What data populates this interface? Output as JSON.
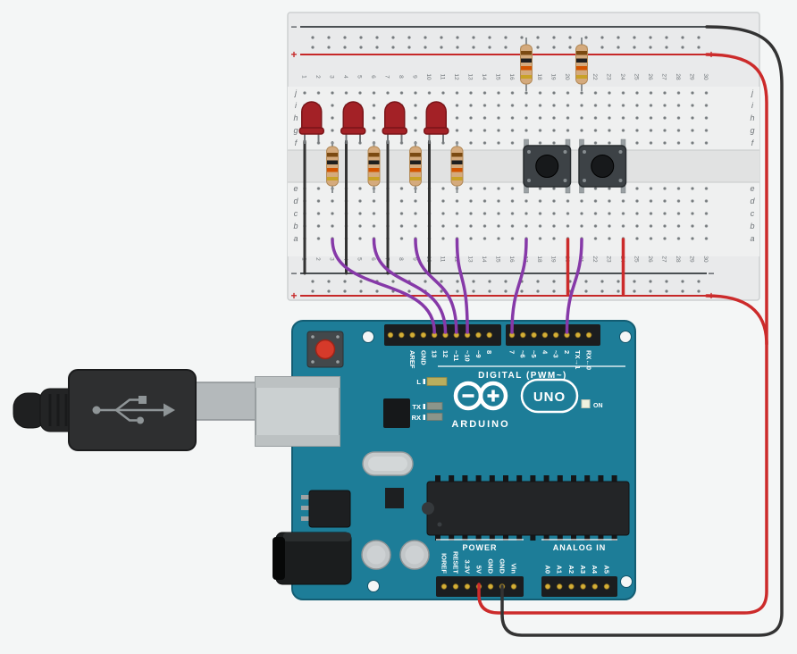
{
  "colors": {
    "background": "#f4f6f6",
    "breadboard_body": "#e9eaeb",
    "rail_negative": "#4a4f52",
    "rail_positive": "#c62828",
    "board_teal": "#1d7d98",
    "wire_signal": "#8639a8",
    "wire_power": "#cc2b2b",
    "wire_ground": "#333333",
    "led_red": "#a32126",
    "resistor_body": "#d4aa7d",
    "pin_gold": "#d4af37"
  },
  "breadboard": {
    "rail_minus": "−",
    "rail_plus": "+",
    "columns": [
      "1",
      "2",
      "3",
      "4",
      "5",
      "6",
      "7",
      "8",
      "9",
      "10",
      "11",
      "12",
      "13",
      "14",
      "15",
      "16",
      "17",
      "18",
      "19",
      "20",
      "21",
      "22",
      "23",
      "24",
      "25",
      "26",
      "27",
      "28",
      "29",
      "30"
    ],
    "rows_top": [
      "j",
      "i",
      "h",
      "g",
      "f"
    ],
    "rows_bottom": [
      "e",
      "d",
      "c",
      "b",
      "a"
    ]
  },
  "arduino": {
    "digital": {
      "label": "DIGITAL (PWM~)",
      "pins_left": [
        "AREF",
        "GND",
        "13",
        "12",
        "~11",
        "~10",
        "~9",
        "8"
      ],
      "pins_right": [
        "7",
        "~6",
        "~5",
        "4",
        "~3",
        "2",
        "TX→1",
        "RX←0"
      ]
    },
    "status_leds": {
      "l": "L",
      "tx": "TX",
      "rx": "RX",
      "on": "ON"
    },
    "brand": {
      "name": "ARDUINO",
      "model": "UNO"
    },
    "power": {
      "label": "POWER",
      "pins": [
        "IOREF",
        "RESET",
        "3.3V",
        "5V",
        "GND",
        "GND",
        "Vin"
      ]
    },
    "analog": {
      "label": "ANALOG IN",
      "pins": [
        "A0",
        "A1",
        "A2",
        "A3",
        "A4",
        "A5"
      ]
    }
  }
}
